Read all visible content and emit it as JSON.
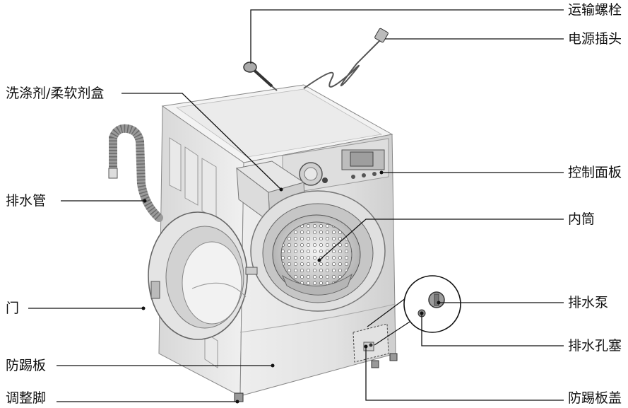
{
  "labels": {
    "transport_bolt": "运输螺栓",
    "power_plug": "电源插头",
    "detergent_box": "洗涤剂/柔软剂盒",
    "control_panel": "控制面板",
    "drain_hose": "排水管",
    "inner_drum": "内筒",
    "door": "门",
    "drain_pump": "排水泵",
    "drain_plug": "排水孔塞",
    "kick_plate": "防踢板",
    "leveling_foot": "调整脚",
    "kick_plate_cover": "防踢板盖"
  },
  "colors": {
    "line": "#111111",
    "body_light": "#f2f2f2",
    "body_shade": "#d6d6d6",
    "body_dark": "#b9b9b9"
  }
}
